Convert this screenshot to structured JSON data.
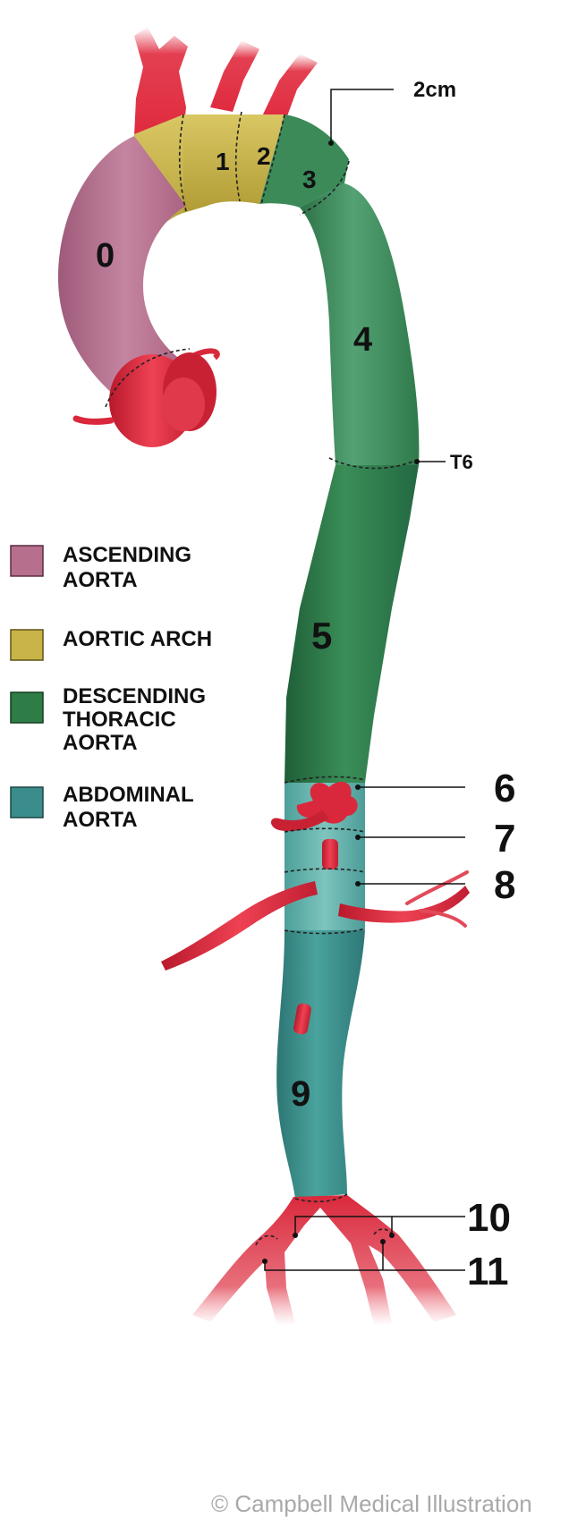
{
  "colors": {
    "ascending": "#b76f8e",
    "arch": "#c8b449",
    "descending_light": "#3f8f5f",
    "descending_dark": "#2e7d46",
    "abdominal": "#3a8d8a",
    "abdominal_light": "#5aaba5",
    "vessel": "#d9283b"
  },
  "zones": [
    "0",
    "1",
    "2",
    "3",
    "4",
    "5",
    "6",
    "7",
    "8",
    "9",
    "10",
    "11"
  ],
  "callouts": {
    "top": "2cm",
    "t6": "T6"
  },
  "legend": [
    {
      "lines": [
        "ASCENDING",
        "AORTA"
      ],
      "color": "#b76f8e"
    },
    {
      "lines": [
        "AORTIC ARCH"
      ],
      "color": "#c8b449"
    },
    {
      "lines": [
        "DESCENDING",
        "THORACIC",
        "AORTA"
      ],
      "color": "#2e7d46"
    },
    {
      "lines": [
        "ABDOMINAL",
        "AORTA"
      ],
      "color": "#3a8d8a"
    }
  ],
  "copyright": "© Campbell Medical Illustration"
}
